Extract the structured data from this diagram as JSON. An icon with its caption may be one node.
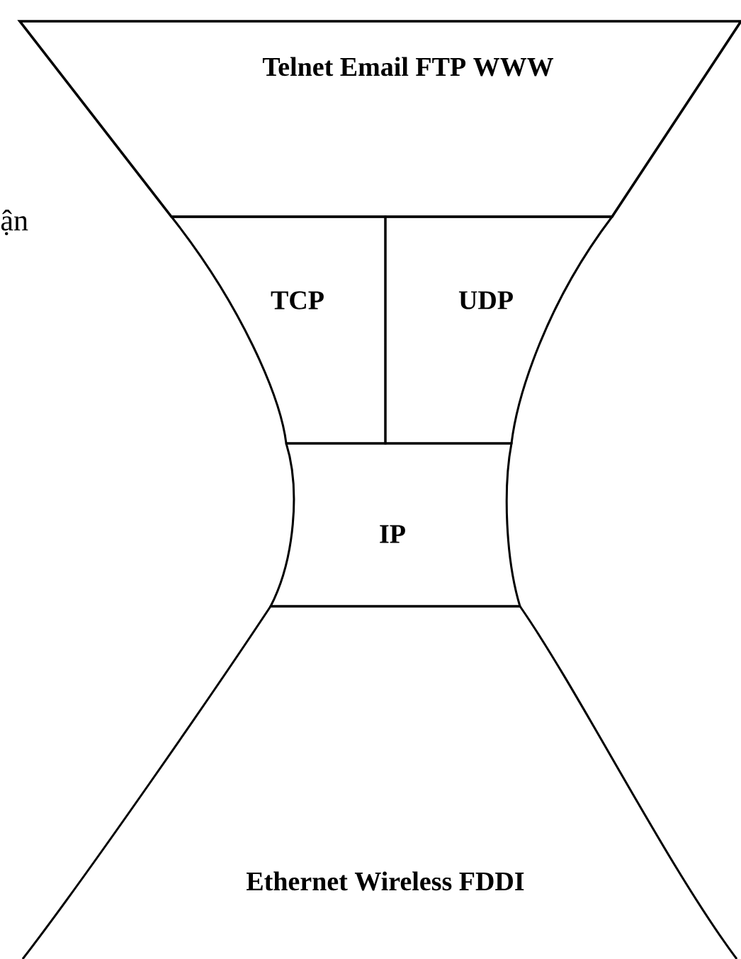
{
  "diagram": {
    "nodes": [
      {
        "text": [
          "Telnet  Email  FTP  WWW"
        ]
      },
      {
        "text": [
          "TCP"
        ]
      },
      {
        "text": [
          "UDP"
        ]
      },
      {
        "text": [
          "IP"
        ]
      },
      {
        "text": [
          "Ethernet  Wireless  FDDI"
        ]
      }
    ],
    "labels": [
      "ận"
    ]
  }
}
